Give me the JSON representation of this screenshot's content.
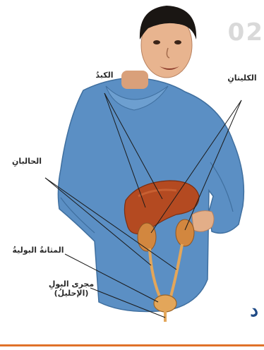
{
  "watermark": {
    "text": "02"
  },
  "corner_letter": "د",
  "labels": {
    "liver": "الكبدُ",
    "kidneys": "الكليتانِ",
    "ureters": "الحالبانِ",
    "bladder": "المثانةُ البوليةُ",
    "urethra_line1": "مجرى البولِ",
    "urethra_line2": "(الإحليلُ)"
  },
  "colors": {
    "hoodie": "#5b8fc4",
    "skin": "#e8b48f",
    "hair": "#1a1613",
    "liver": "#b44a21",
    "kidney": "#d2873f",
    "bladder": "#e3a65a",
    "accent": "#e0722a"
  }
}
